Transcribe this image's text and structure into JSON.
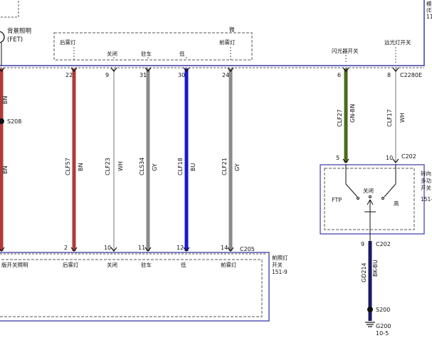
{
  "top_module": {
    "left_label": "背景照明",
    "left_sub": "(FET)",
    "inner_labels": [
      {
        "text": "后雾灯"
      },
      {
        "text": "关闭"
      },
      {
        "text": "驻车"
      },
      {
        "text": "低"
      },
      {
        "text": "前雾灯"
      },
      {
        "text": "微"
      }
    ],
    "right_labels": [
      {
        "text": "闪光器开关"
      },
      {
        "text": "远光灯开关"
      }
    ],
    "edge_right": [
      "模",
      "(E",
      "11"
    ],
    "connector": "C2280E"
  },
  "wires": [
    {
      "pin_top": "",
      "pin_bottom": "",
      "circuit": "",
      "color": "BN",
      "hex": "#b03a3a"
    },
    {
      "pin_top": "22",
      "pin_bottom": "2",
      "circuit": "CLF57",
      "color": "BN",
      "hex": "#b03a3a"
    },
    {
      "pin_top": "9",
      "pin_bottom": "10",
      "circuit": "CLF23",
      "color": "WH",
      "hex": "#ffffff"
    },
    {
      "pin_top": "31",
      "pin_bottom": "11",
      "circuit": "CLS34",
      "color": "GY",
      "hex": "#8a8a8a"
    },
    {
      "pin_top": "30",
      "pin_bottom": "12",
      "circuit": "CLF18",
      "color": "BU",
      "hex": "#1a1acc"
    },
    {
      "pin_top": "24",
      "pin_bottom": "14",
      "circuit": "CLF21",
      "color": "GY",
      "hex": "#8a8a8a"
    },
    {
      "pin_top": "6",
      "pin_bottom": "5",
      "circuit": "CLF27",
      "color": "GN-BN",
      "hex": "#4a6b1f"
    },
    {
      "pin_top": "8",
      "pin_bottom": "10",
      "circuit": "CLF17",
      "color": "WH",
      "hex": "#ffffff"
    }
  ],
  "splice_s208": "S208",
  "bottom_module": {
    "left_label": "版开关照明",
    "labels": [
      {
        "text": "后雾灯"
      },
      {
        "text": "关闭"
      },
      {
        "text": "驻车"
      },
      {
        "text": "低"
      },
      {
        "text": "前雾灯"
      }
    ],
    "connector": "C205",
    "title": "前照灯",
    "title2": "开关",
    "ref": "151-9"
  },
  "multi_switch": {
    "connector_top": "C202",
    "edge_labels": [
      "转向",
      "多功",
      "开关",
      "151-"
    ],
    "ftp": "FTP",
    "off": "关闭",
    "high": "高",
    "out_pin": "9",
    "out_connector": "C202"
  },
  "ground_wire": {
    "circuit": "GD214",
    "color": "BK-BU",
    "hex": "#1a1a66"
  },
  "splice_s200": "S200",
  "ground": {
    "name": "G200",
    "ref": "10-5"
  }
}
